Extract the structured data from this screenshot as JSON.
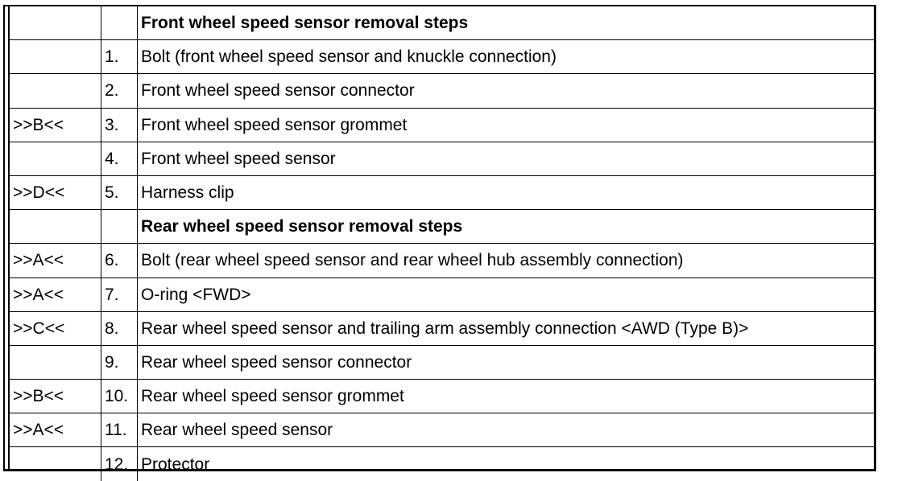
{
  "rows": [
    {
      "type": "heading",
      "ref": "",
      "no": "",
      "text": "Front wheel speed sensor removal steps"
    },
    {
      "type": "step",
      "ref": "",
      "no": "1.",
      "text": "Bolt (front wheel speed sensor and knuckle connection)"
    },
    {
      "type": "step",
      "ref": "",
      "no": "2.",
      "text": "Front wheel speed sensor connector"
    },
    {
      "type": "step",
      "ref": ">>B<<",
      "no": "3.",
      "text": "Front wheel speed sensor grommet"
    },
    {
      "type": "step",
      "ref": "",
      "no": "4.",
      "text": "Front wheel speed sensor"
    },
    {
      "type": "step",
      "ref": ">>D<<",
      "no": "5.",
      "text": "Harness clip"
    },
    {
      "type": "heading",
      "ref": "",
      "no": "",
      "text": "Rear wheel speed sensor removal steps"
    },
    {
      "type": "step",
      "ref": ">>A<<",
      "no": "6.",
      "text": "Bolt (rear wheel speed sensor and rear wheel hub assembly connection)"
    },
    {
      "type": "step",
      "ref": ">>A<<",
      "no": "7.",
      "text": "O-ring <FWD>"
    },
    {
      "type": "step",
      "ref": ">>C<<",
      "no": "8.",
      "text": "Rear wheel speed sensor and trailing arm assembly connection <AWD (Type B)>"
    },
    {
      "type": "step",
      "ref": "",
      "no": "9.",
      "text": "Rear wheel speed sensor connector"
    },
    {
      "type": "step",
      "ref": ">>B<<",
      "no": "10.",
      "text": "Rear wheel speed sensor grommet"
    },
    {
      "type": "step",
      "ref": ">>A<<",
      "no": "11.",
      "text": "Rear wheel speed sensor"
    },
    {
      "type": "step",
      "ref": "",
      "no": "12.",
      "text": "Protector"
    }
  ]
}
